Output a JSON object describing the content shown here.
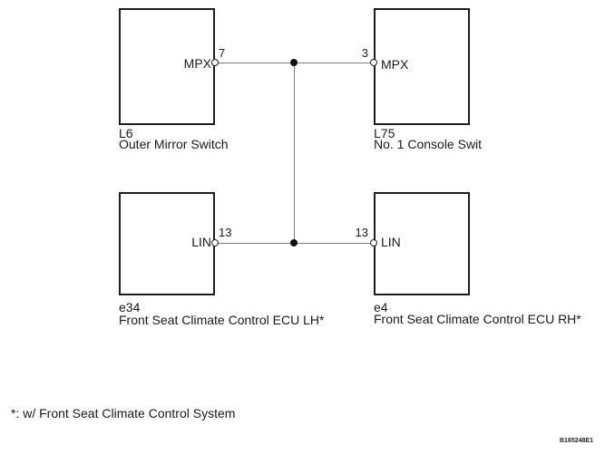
{
  "diagram": {
    "type": "wiring-diagram",
    "components": [
      {
        "code": "L6",
        "name": "Outer Mirror Switch",
        "pin_label": "MPX",
        "pin_number": "7",
        "pin_side": "right"
      },
      {
        "code": "L75",
        "name": "No. 1 Console Swit",
        "pin_label": "MPX",
        "pin_number": "3",
        "pin_side": "left"
      },
      {
        "code": "e34",
        "name": "Front Seat Climate Control ECU LH*",
        "pin_label": "LIN",
        "pin_number": "13",
        "pin_side": "right"
      },
      {
        "code": "e4",
        "name": "Front Seat Climate Control ECU RH*",
        "pin_label": "LIN",
        "pin_number": "13",
        "pin_side": "left"
      }
    ],
    "connections": [
      {
        "from": "L6 pin 7 (MPX)",
        "to": "L75 pin 3 (MPX)",
        "via": "bus junction"
      },
      {
        "from": "e34 pin 13 (LIN)",
        "to": "e4 pin 13 (LIN)",
        "via": "bus junction"
      },
      {
        "from": "MPX bus junction",
        "to": "LIN bus junction"
      }
    ],
    "footnote": "*: w/ Front Seat Climate Control System",
    "reference_code": "B165248E1",
    "colors": {
      "line": "#7d7d7d",
      "box_border": "#1f1f1f",
      "background": "#ffffff",
      "text": "#1a1a1a"
    }
  }
}
